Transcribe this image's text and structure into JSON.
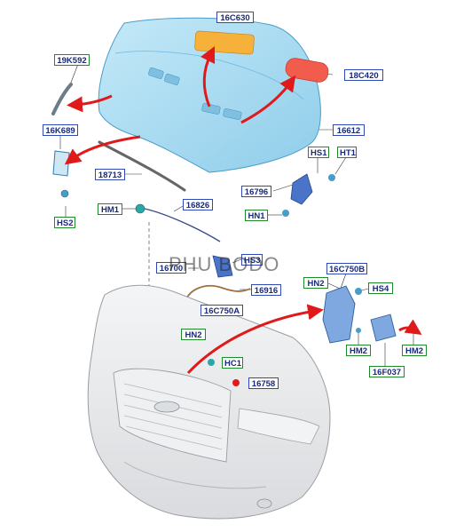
{
  "watermark": "PHU BODO",
  "colors": {
    "part_blue": "#a9dcf2",
    "part_blue_edge": "#4a9cc8",
    "bumper_gray": "#e9eaec",
    "bumper_edge": "#9a9da3",
    "arrow_red": "#e01a1a",
    "callout_blue": "#2f4ab8",
    "callout_green": "#1f8a2a",
    "pad_orange": "#f6b13a",
    "pad_red": "#f25c4c"
  },
  "callouts": [
    {
      "id": "c-16c630",
      "label": "16C630",
      "style": "blue"
    },
    {
      "id": "c-19k592",
      "label": "19K592",
      "style": "green"
    },
    {
      "id": "c-18c420",
      "label": "18C420",
      "style": "blue"
    },
    {
      "id": "c-16k689",
      "label": "16K689",
      "style": "blue"
    },
    {
      "id": "c-16612",
      "label": "16612",
      "style": "blue"
    },
    {
      "id": "c-hs1",
      "label": "HS1",
      "style": "green"
    },
    {
      "id": "c-ht1",
      "label": "HT1",
      "style": "green"
    },
    {
      "id": "c-18713",
      "label": "18713",
      "style": "blue"
    },
    {
      "id": "c-16796",
      "label": "16796",
      "style": "blue"
    },
    {
      "id": "c-hs2",
      "label": "HS2",
      "style": "green"
    },
    {
      "id": "c-hm1",
      "label": "HM1",
      "style": "green"
    },
    {
      "id": "c-16826",
      "label": "16826",
      "style": "blue"
    },
    {
      "id": "c-hn1",
      "label": "HN1",
      "style": "green"
    },
    {
      "id": "c-hs3",
      "label": "HS3",
      "style": "blue"
    },
    {
      "id": "c-16700",
      "label": "16700",
      "style": "blue"
    },
    {
      "id": "c-16c750b",
      "label": "16C750B",
      "style": "blue"
    },
    {
      "id": "c-hn2a",
      "label": "HN2",
      "style": "green"
    },
    {
      "id": "c-hs4",
      "label": "HS4",
      "style": "green"
    },
    {
      "id": "c-16916",
      "label": "16916",
      "style": "blue"
    },
    {
      "id": "c-16c750a",
      "label": "16C750A",
      "style": "blue"
    },
    {
      "id": "c-hn2b",
      "label": "HN2",
      "style": "green"
    },
    {
      "id": "c-hm2a",
      "label": "HM2",
      "style": "green"
    },
    {
      "id": "c-hm2b",
      "label": "HM2",
      "style": "green"
    },
    {
      "id": "c-16f037",
      "label": "16F037",
      "style": "green"
    },
    {
      "id": "c-hc1",
      "label": "HC1",
      "style": "green"
    },
    {
      "id": "c-16758",
      "label": "16758",
      "style": "blue"
    }
  ]
}
